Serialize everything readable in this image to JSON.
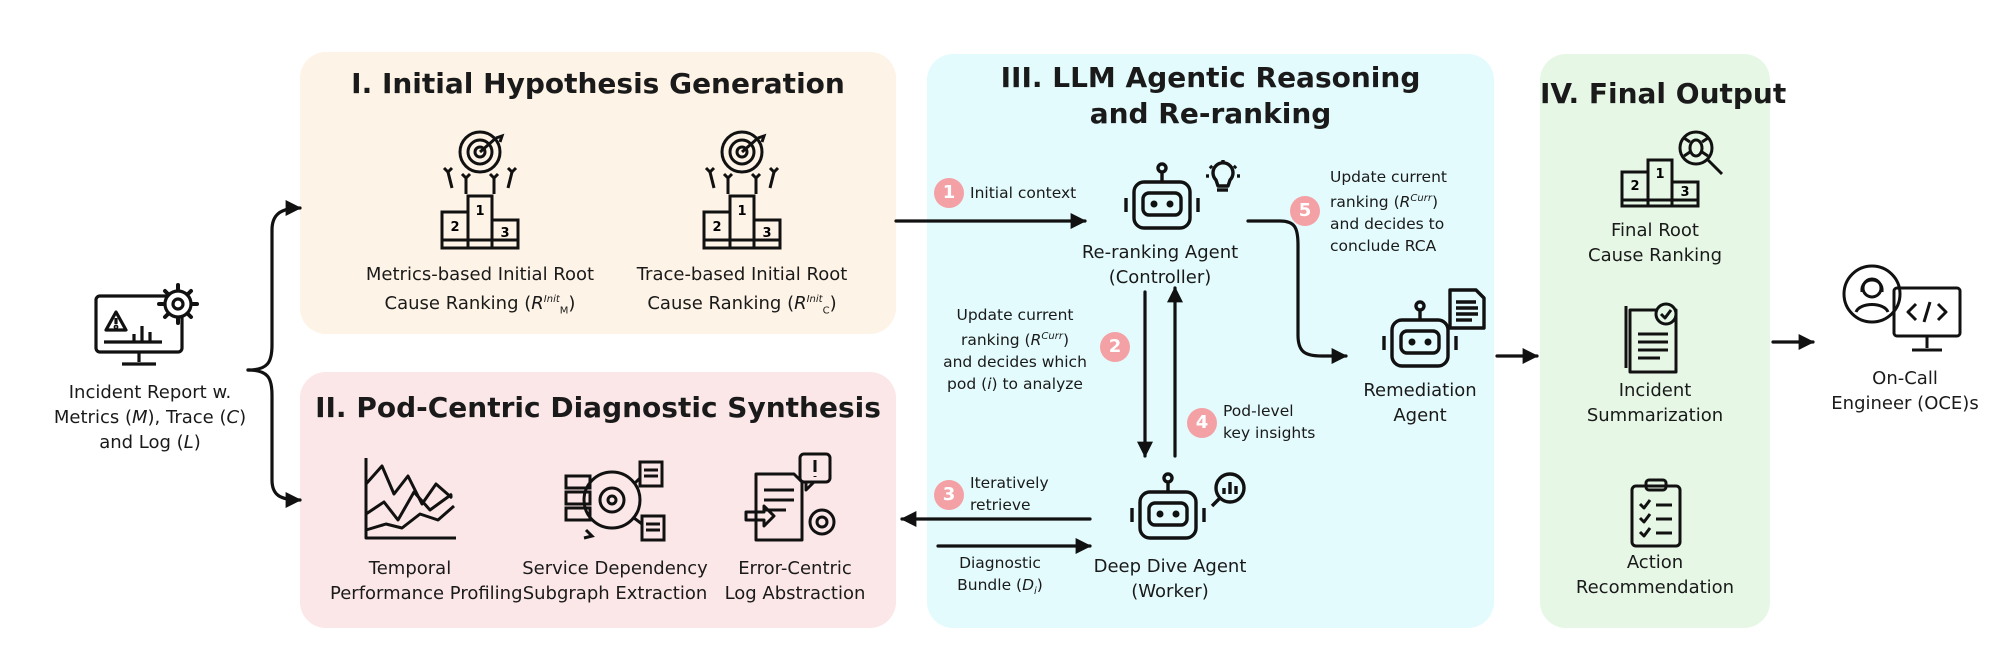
{
  "input": {
    "line1": "Incident Report w.",
    "line2_pre": "Metrics (",
    "line2_m": "M",
    "line2_mid": "), Trace (",
    "line2_c": "C",
    "line2_post": ")",
    "line3_pre": "and Log (",
    "line3_l": "L",
    "line3_post": ")"
  },
  "stage1": {
    "title": "I. Initial Hypothesis Generation",
    "metrics": {
      "line1": "Metrics-based Initial Root",
      "line2_pre": "Cause Ranking (",
      "r": "R",
      "sup": "Init",
      "sub": "M",
      "close": ")"
    },
    "trace": {
      "line1": "Trace-based Initial Root",
      "line2_pre": "Cause Ranking (",
      "r": "R",
      "sup": "Init",
      "sub": "C",
      "close": ")"
    }
  },
  "stage2": {
    "title": "II. Pod-Centric Diagnostic Synthesis",
    "items": [
      {
        "line1": "Temporal",
        "line2": "Performance Profiling"
      },
      {
        "line1": "Service Dependency",
        "line2": "Subgraph Extraction"
      },
      {
        "line1": "Error-Centric",
        "line2": "Log Abstraction"
      }
    ]
  },
  "stage3": {
    "title_line1": "III. LLM Agentic Reasoning",
    "title_line2": "and Re-ranking",
    "reranker": {
      "line1": "Re-ranking Agent",
      "line2": "(Controller)"
    },
    "deepdive": {
      "line1": "Deep Dive Agent",
      "line2": "(Worker)"
    },
    "remediation": {
      "line1": "Remediation",
      "line2": "Agent"
    },
    "steps": {
      "s1": {
        "num": "1",
        "text": "Initial context"
      },
      "s2": {
        "num": "2",
        "line1": "Update current",
        "line2_pre": "ranking  (",
        "r": "R",
        "sup": "Curr",
        "close": ")",
        "line3": "and decides which",
        "line4_pre": "pod (",
        "i": "i",
        "line4_post": ") to analyze"
      },
      "s3": {
        "num": "3",
        "line1": "Iteratively",
        "line2": "retrieve"
      },
      "s4": {
        "num": "4",
        "line1": "Pod-level",
        "line2": "key insights"
      },
      "s5": {
        "num": "5",
        "line1": "Update current",
        "line2_pre": "ranking (",
        "r": "R",
        "sup": "Curr",
        "close": ")",
        "line3": "and decides to",
        "line4": "conclude RCA"
      }
    },
    "bundle": {
      "line1": "Diagnostic",
      "line2_pre": "Bundle (",
      "d": "D",
      "sub": "i",
      "close": ")"
    }
  },
  "stage4": {
    "title": "IV. Final Output",
    "items": [
      {
        "line1": "Final Root",
        "line2": "Cause Ranking"
      },
      {
        "line1": "Incident",
        "line2": "Summarization"
      },
      {
        "line1": "Action",
        "line2": "Recommendation"
      }
    ]
  },
  "output": {
    "line1": "On-Call",
    "line2": "Engineer (OCE)s"
  }
}
